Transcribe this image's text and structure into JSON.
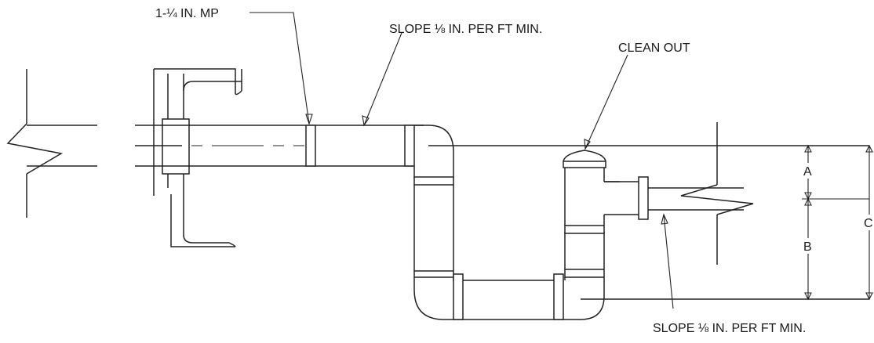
{
  "labels": {
    "pipe_size": "1-¼ IN. MP",
    "slope_top": "SLOPE ⅛ IN. PER FT MIN.",
    "clean_out": "CLEAN OUT",
    "slope_bottom": "SLOPE ⅛ IN. PER FT MIN.",
    "dim_a": "A",
    "dim_b": "B",
    "dim_c": "C"
  }
}
